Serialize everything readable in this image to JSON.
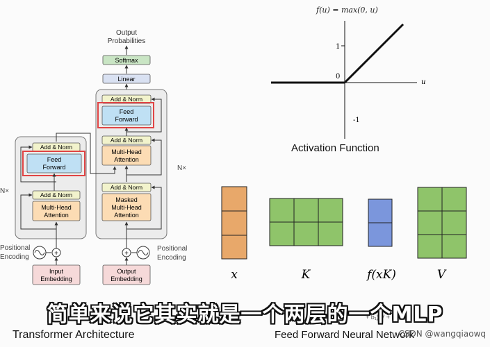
{
  "transformer": {
    "output_probs": [
      "Output",
      "Probabilities"
    ],
    "softmax": "Softmax",
    "linear": "Linear",
    "add_norm": "Add & Norm",
    "feed_forward": [
      "Feed",
      "Forward"
    ],
    "multi_head": [
      "Multi-Head",
      "Attention"
    ],
    "masked_multi_head": [
      "Masked",
      "Multi-Head",
      "Attention"
    ],
    "nx": "N×",
    "positional_encoding": [
      "Positional",
      "Encoding"
    ],
    "input_embedding": [
      "Input",
      "Embedding"
    ],
    "output_embedding": [
      "Output",
      "Embedding"
    ],
    "title": "Transformer Architecture"
  },
  "activation": {
    "formula": "f(u) = max(0, u)",
    "y_ticks": [
      "1",
      "0",
      "-1"
    ],
    "x_label": "u",
    "title": "Activation Function"
  },
  "ffn": {
    "labels": [
      "x",
      "K",
      "f(xK)",
      "V"
    ],
    "title": "Feed Forward Neural Network",
    "bias_text": "+ b₁) V + b"
  },
  "caption": "简单来说它其实就是一个两层的一个MLP",
  "watermark": "CSDN @wangqiaowq",
  "colors": {
    "x_matrix": "#e8a86a",
    "k_matrix": "#8fc46a",
    "fxk_matrix": "#7b96dc",
    "v_matrix": "#8fc46a",
    "highlight": "#e04444",
    "ff_block": "#bfe0f4",
    "attn_block": "#fcdcb4",
    "addnorm_block": "#f2f3cc",
    "embed_block": "#f6d9d9"
  }
}
